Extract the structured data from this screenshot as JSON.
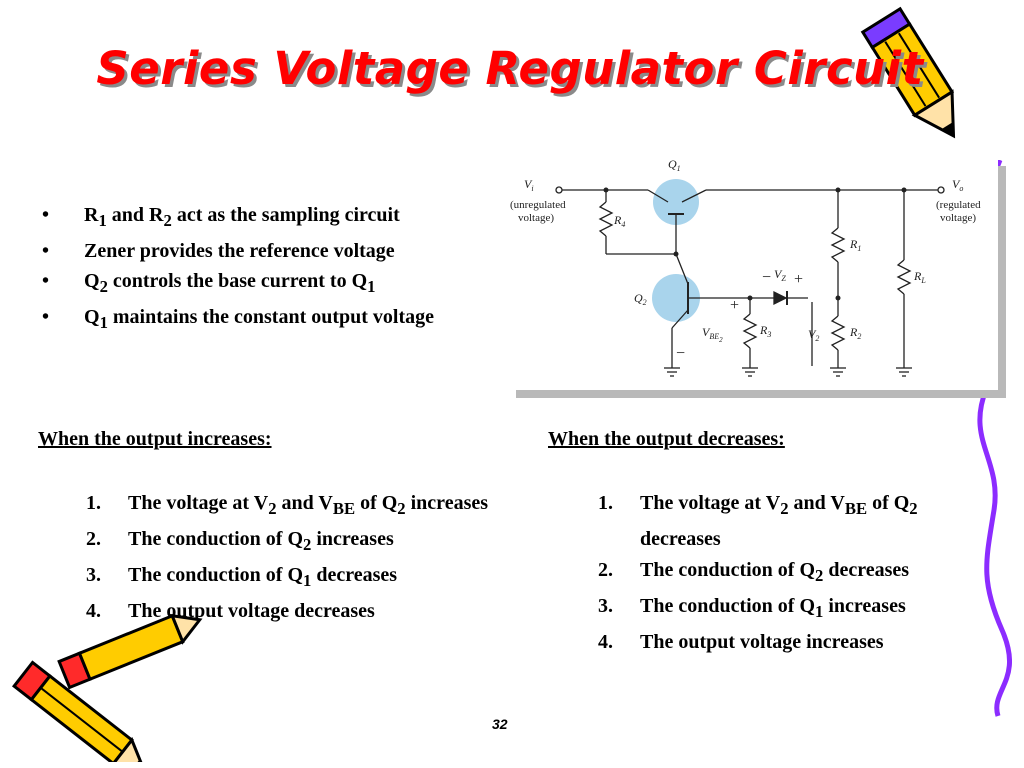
{
  "slide": {
    "title": "Series Voltage Regulator Circuit",
    "page_number": "32"
  },
  "bullets": [
    {
      "a": "R",
      "a_sub": "1",
      "b": " and R",
      "b_sub": "2",
      "c": " act as the sampling circuit"
    },
    {
      "a": "Zener provides the reference voltage"
    },
    {
      "a": "Q",
      "a_sub": "2",
      "b": " controls the base current to Q",
      "b_sub": "1"
    },
    {
      "a": "Q",
      "a_sub": "1",
      "b": " maintains the constant output voltage"
    }
  ],
  "circuit": {
    "vi_label": "V",
    "vi_sub": "i",
    "vi_desc1": "(unregulated",
    "vi_desc2": "voltage)",
    "vo_label": "V",
    "vo_sub": "o",
    "vo_desc1": "(regulated",
    "vo_desc2": "voltage)",
    "q1": "Q",
    "q1_sub": "1",
    "q2": "Q",
    "q2_sub": "2",
    "r4": "R",
    "r4_sub": "4",
    "r1": "R",
    "r1_sub": "1",
    "r2": "R",
    "r2_sub": "2",
    "r3": "R",
    "r3_sub": "3",
    "rl": "R",
    "rl_sub": "L",
    "vz": "V",
    "vz_sub": "Z",
    "v2": "V",
    "v2_sub": "2",
    "vbe": "V",
    "vbe_sub": "BE",
    "vbe_sub2": "2",
    "plus": "+",
    "minus": "−"
  },
  "increase": {
    "heading": "When the output increases:",
    "steps": [
      {
        "num": "1.",
        "a": "The voltage at V",
        "a_sub": "2",
        "b": " and V",
        "b_sub": "BE",
        "c": " of Q",
        "c_sub": "2",
        "d": " increases"
      },
      {
        "num": "2.",
        "a": "The conduction of Q",
        "a_sub": "2",
        "b": " increases"
      },
      {
        "num": "3.",
        "a": "The conduction of Q",
        "a_sub": "1",
        "b": " decreases"
      },
      {
        "num": "4.",
        "a": "The output voltage decreases"
      }
    ]
  },
  "decrease": {
    "heading": "When the output decreases:",
    "steps": [
      {
        "num": "1.",
        "a": "The voltage at V",
        "a_sub": "2",
        "b": " and V",
        "b_sub": "BE",
        "c": " of Q",
        "c_sub": "2",
        "d": " decreases"
      },
      {
        "num": "2.",
        "a": "The conduction of Q",
        "a_sub": "2",
        "b": " decreases"
      },
      {
        "num": "3.",
        "a": "The conduction of Q",
        "a_sub": "1",
        "b": " increases"
      },
      {
        "num": "4.",
        "a": "The output voltage increases"
      }
    ]
  },
  "colors": {
    "title": "#ff0000",
    "transistor_fill": "#a9d4ec",
    "squiggle": "#8c2cff"
  }
}
